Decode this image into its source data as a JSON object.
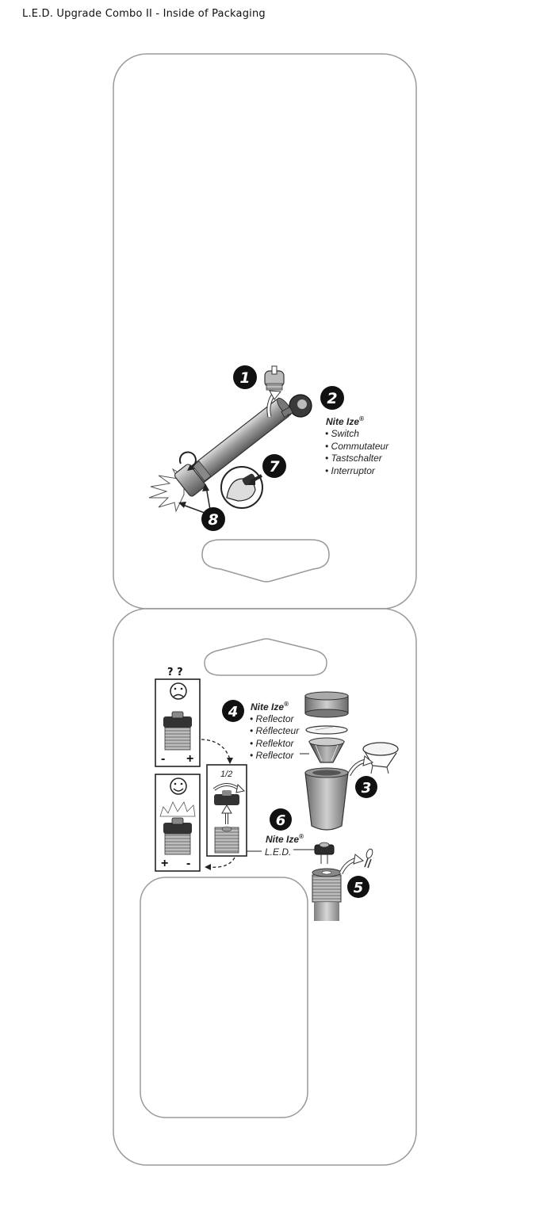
{
  "page_title": "L.E.D. Upgrade Combo II - Inside of Packaging",
  "steps": [
    "1",
    "2",
    "3",
    "4",
    "5",
    "6",
    "7",
    "8"
  ],
  "switch_callout": {
    "brand": "Nite Ize",
    "reg": "®",
    "items": [
      "• Switch",
      "• Commutateur",
      "• Tastschalter",
      "• Interruptor"
    ]
  },
  "reflector_callout": {
    "brand": "Nite Ize",
    "reg": "®",
    "items": [
      "• Reflector",
      "• Réflecteur",
      "• Reflektor",
      "• Reflector"
    ]
  },
  "led_callout": {
    "brand": "Nite Ize",
    "reg": "®",
    "item": "L.E.D."
  },
  "polarity": {
    "question": "? ?",
    "minus": "-",
    "plus": "+",
    "half_turn": "1/2"
  },
  "colors": {
    "outline": "#9a9a9a",
    "ink": "#1a1a1a"
  }
}
